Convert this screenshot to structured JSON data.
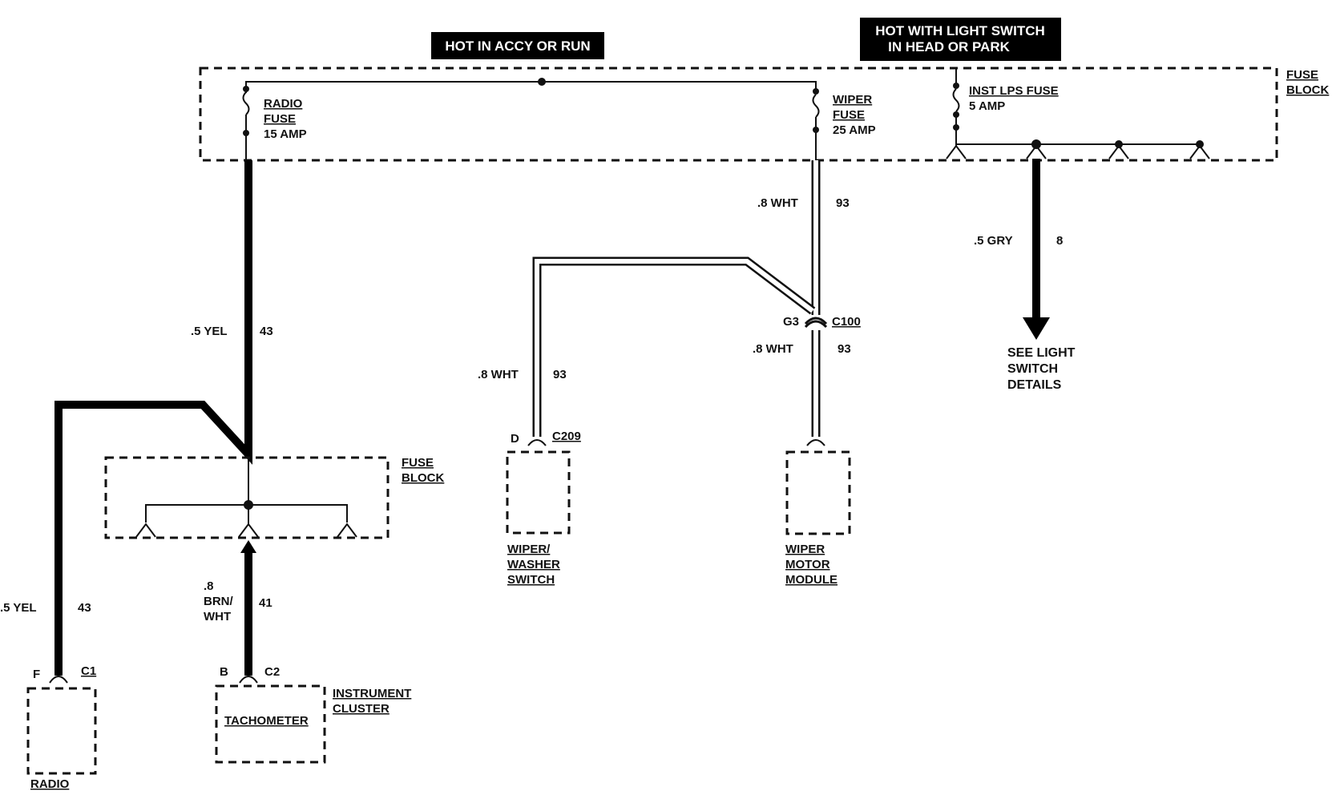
{
  "headers": {
    "accy_run": "HOT IN ACCY OR RUN",
    "light_switch_line1": "HOT WITH LIGHT SWITCH",
    "light_switch_line2": "IN HEAD OR PARK"
  },
  "fuse_block_top": {
    "line1": "FUSE",
    "line2": "BLOCK"
  },
  "fuse_block_lower": {
    "line1": "FUSE",
    "line2": "BLOCK"
  },
  "fuses": {
    "radio": {
      "line1": "RADIO",
      "line2": "FUSE",
      "rating": "15 AMP"
    },
    "wiper": {
      "line1": "WIPER",
      "line2": "FUSE",
      "rating": "25 AMP"
    },
    "inst": {
      "line1": "INST LPS FUSE",
      "rating": "5 AMP"
    }
  },
  "wires": {
    "radio_feed": {
      "size_color": ".5 YEL",
      "circuit": "43"
    },
    "radio_out": {
      "size_color": ".5 YEL",
      "circuit": "43"
    },
    "tach": {
      "size": ".8",
      "color_line1": "BRN/",
      "color_line2": "WHT",
      "circuit": "41"
    },
    "wiper_top": {
      "size_color": ".8 WHT",
      "circuit": "93"
    },
    "wiper_mid": {
      "size_color": ".8 WHT",
      "circuit": "93"
    },
    "wiper_switch": {
      "size_color": ".8 WHT",
      "circuit": "93"
    },
    "gry": {
      "size_color": ".5 GRY",
      "circuit": "8"
    }
  },
  "connectors": {
    "c1": {
      "pin": "F",
      "name": "C1"
    },
    "c2": {
      "pin": "B",
      "name": "C2"
    },
    "c209": {
      "pin": "D",
      "name": "C209"
    },
    "c100": {
      "pin": "G3",
      "name": "C100"
    }
  },
  "components": {
    "radio": "RADIO",
    "tachometer": "TACHOMETER",
    "instrument_cluster_line1": "INSTRUMENT",
    "instrument_cluster_line2": "CLUSTER",
    "wiper_switch_line1": "WIPER/",
    "wiper_switch_line2": "WASHER",
    "wiper_switch_line3": "SWITCH",
    "wiper_motor_line1": "WIPER",
    "wiper_motor_line2": "MOTOR",
    "wiper_motor_line3": "MODULE"
  },
  "see_light": {
    "line1": "SEE LIGHT",
    "line2": "SWITCH",
    "line3": "DETAILS"
  }
}
